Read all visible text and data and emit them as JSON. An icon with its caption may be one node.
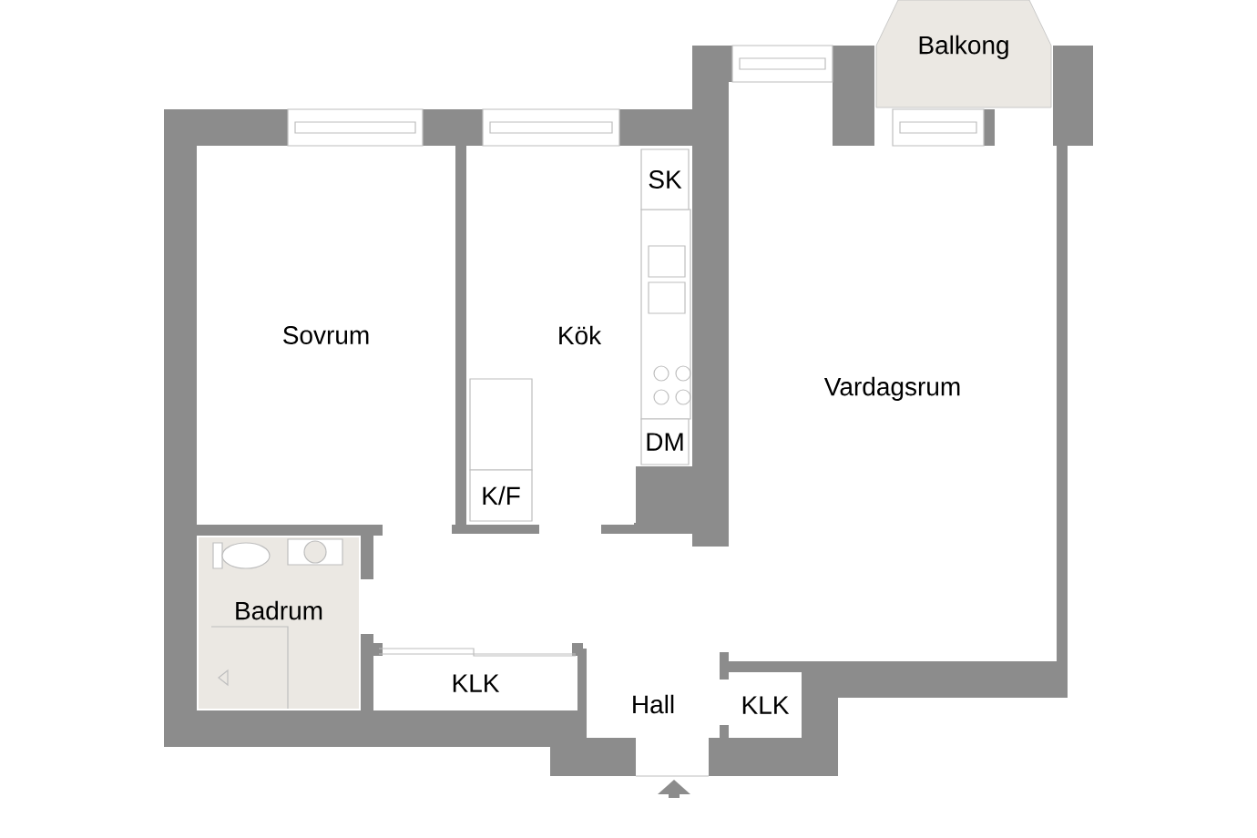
{
  "diagram": {
    "nodes": [
      {
        "text": [
          "Sovrum"
        ]
      },
      {
        "text": [
          "Kök"
        ]
      },
      {
        "text": [
          "SK"
        ],
        "in": 1
      },
      {
        "text": [
          "DM"
        ],
        "in": 1
      },
      {
        "text": [
          "K/F"
        ],
        "in": 1
      },
      {
        "text": [
          "Vardagsrum"
        ]
      },
      {
        "text": [
          "Balkong"
        ]
      },
      {
        "text": [
          "Badrum"
        ]
      },
      {
        "text": [
          "KLK"
        ]
      },
      {
        "text": [
          "Hall"
        ]
      },
      {
        "text": [
          "KLK"
        ]
      }
    ],
    "edges": []
  }
}
